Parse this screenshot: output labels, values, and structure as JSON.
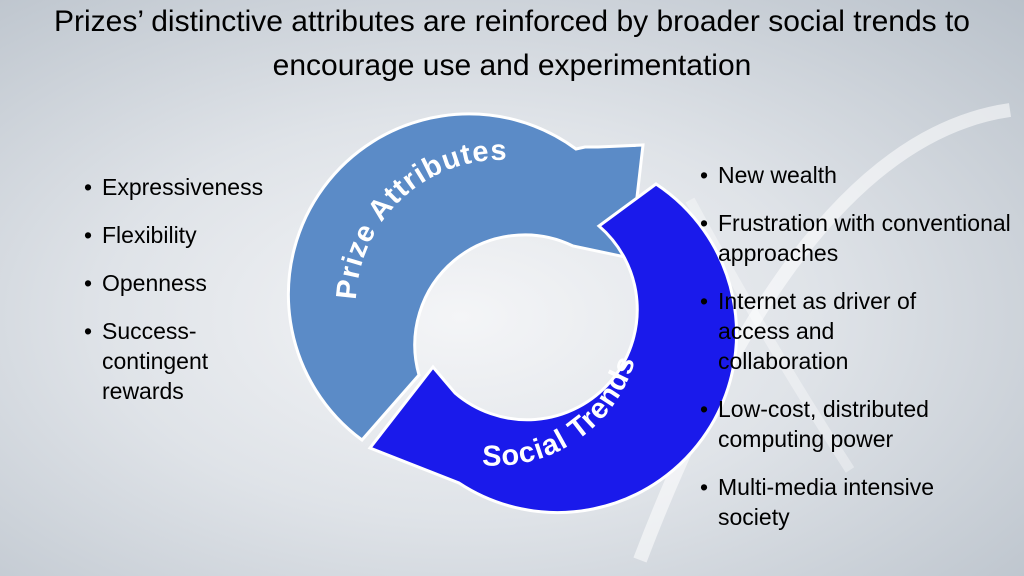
{
  "title": "Prizes’ distinctive attributes are reinforced by broader social trends to encourage use and experimentation",
  "cycle": {
    "top_arrow_label": "Prize Attributes",
    "bottom_arrow_label": "Social Trends",
    "top_arrow_color": "#5b8bc7",
    "bottom_arrow_color": "#1a1aeb"
  },
  "left_list": [
    "Expressiveness",
    "Flexibility",
    "Openness",
    "Success-contingent rewards"
  ],
  "right_list": [
    "New wealth",
    "Frustration with conventional approaches",
    "Internet as driver of access and collaboration",
    "Low-cost, distributed computing power",
    "Multi-media intensive society"
  ]
}
